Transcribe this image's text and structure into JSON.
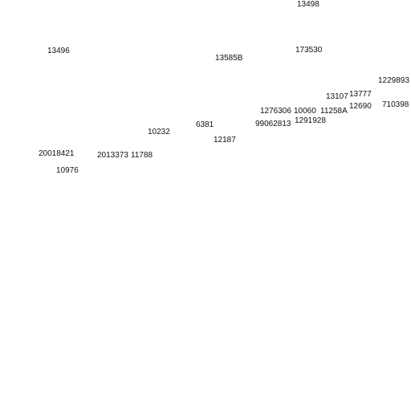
{
  "labels": [
    "13498",
    "13496",
    "13585B",
    "173530",
    "1229893",
    "13107",
    "13777",
    "1276306",
    "10060",
    "11258A",
    "12690",
    "710398",
    "99062813",
    "1291928",
    "6381",
    "10232",
    "12187",
    "20018421",
    "2013373",
    "11788",
    "10976"
  ]
}
